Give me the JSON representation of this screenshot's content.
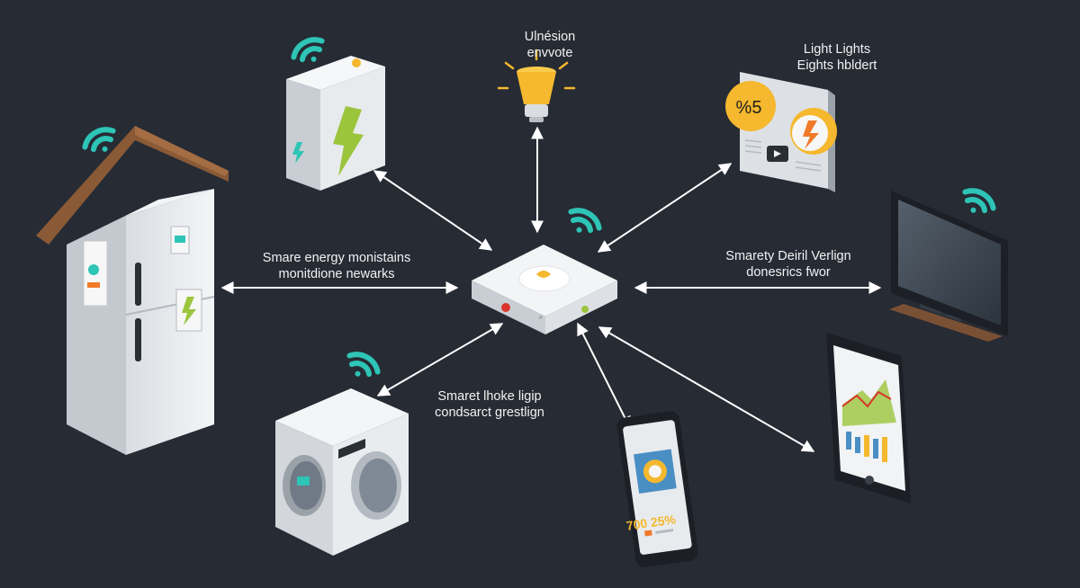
{
  "colors": {
    "background": "#262b34",
    "wifi": "#2ec4b6",
    "arrow": "#ffffff",
    "accent_yellow": "#f5b82e",
    "accent_orange": "#f07a2a",
    "accent_green": "#9bc53d"
  },
  "labels": {
    "top_center": [
      "Ulnésion",
      "envvote"
    ],
    "top_right": [
      "Light Lights",
      "Eights hbldert"
    ],
    "left": [
      "Smare energy monistains",
      "monitdione newarks"
    ],
    "right": [
      "Smarety Deiril Verlign",
      "donesrics fwor"
    ],
    "bottom_center": [
      "Smaret lhoke ligip",
      "condsarct grestlign"
    ]
  },
  "devices": {
    "phone": {
      "screen_text": "700 25%"
    },
    "control_panel": {
      "badge_text": "%5"
    }
  },
  "icons": [
    "wifi-icon",
    "lightning-icon",
    "light-bulb-icon",
    "house-roof-icon",
    "washing-machine-icon",
    "smartphone-icon",
    "tablet-chart-icon",
    "monitor-icon",
    "hub-icon"
  ]
}
